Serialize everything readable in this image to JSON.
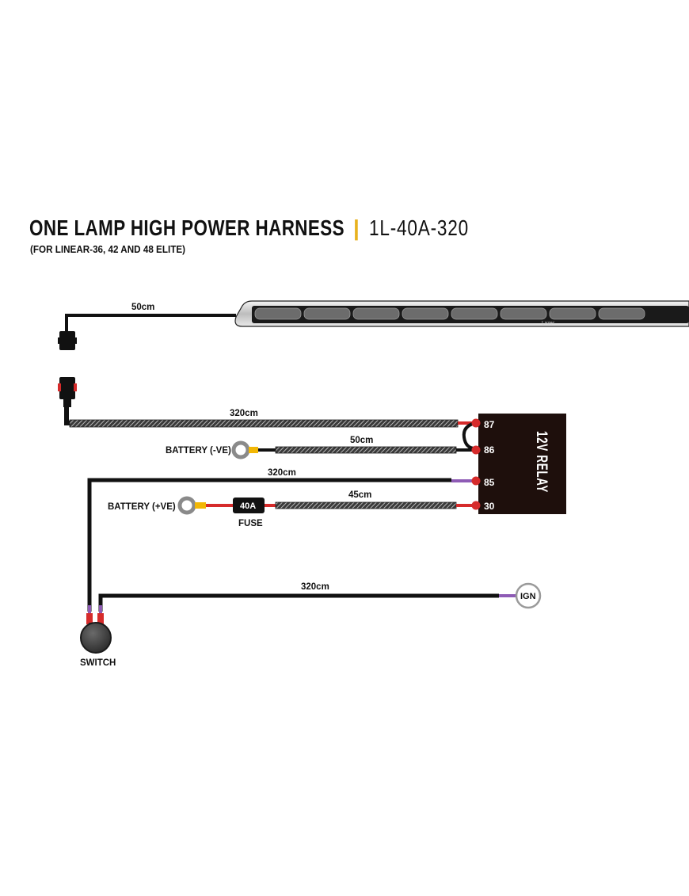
{
  "title": {
    "main": "ONE LAMP HIGH POWER HARNESS",
    "separator": "|",
    "code": "1L-40A-320",
    "subtitle": "(FOR LINEAR-36, 42 AND 48 ELITE)"
  },
  "colors": {
    "accent": "#E8B21E",
    "wire_black": "#111111",
    "wire_red": "#D62B2B",
    "wire_purple": "#8E5BB5",
    "terminal_yellow": "#F2B705",
    "ring_grey": "#8A8A8A",
    "relay_body": "#1E0F0C"
  },
  "lamp": {
    "brand": "Lazer"
  },
  "wires": {
    "lamp_lead": "50cm",
    "to_87": "320cm",
    "battery_neg": "50cm",
    "to_85": "320cm",
    "battery_pos": "45cm",
    "ign": "320cm"
  },
  "labels": {
    "battery_neg": "BATTERY (-VE)",
    "battery_pos": "BATTERY (+VE)",
    "fuse_rating": "40A",
    "fuse": "FUSE",
    "switch": "SWITCH",
    "ign": "IGN"
  },
  "relay": {
    "label": "12V RELAY",
    "pins": [
      "87",
      "86",
      "85",
      "30"
    ]
  }
}
